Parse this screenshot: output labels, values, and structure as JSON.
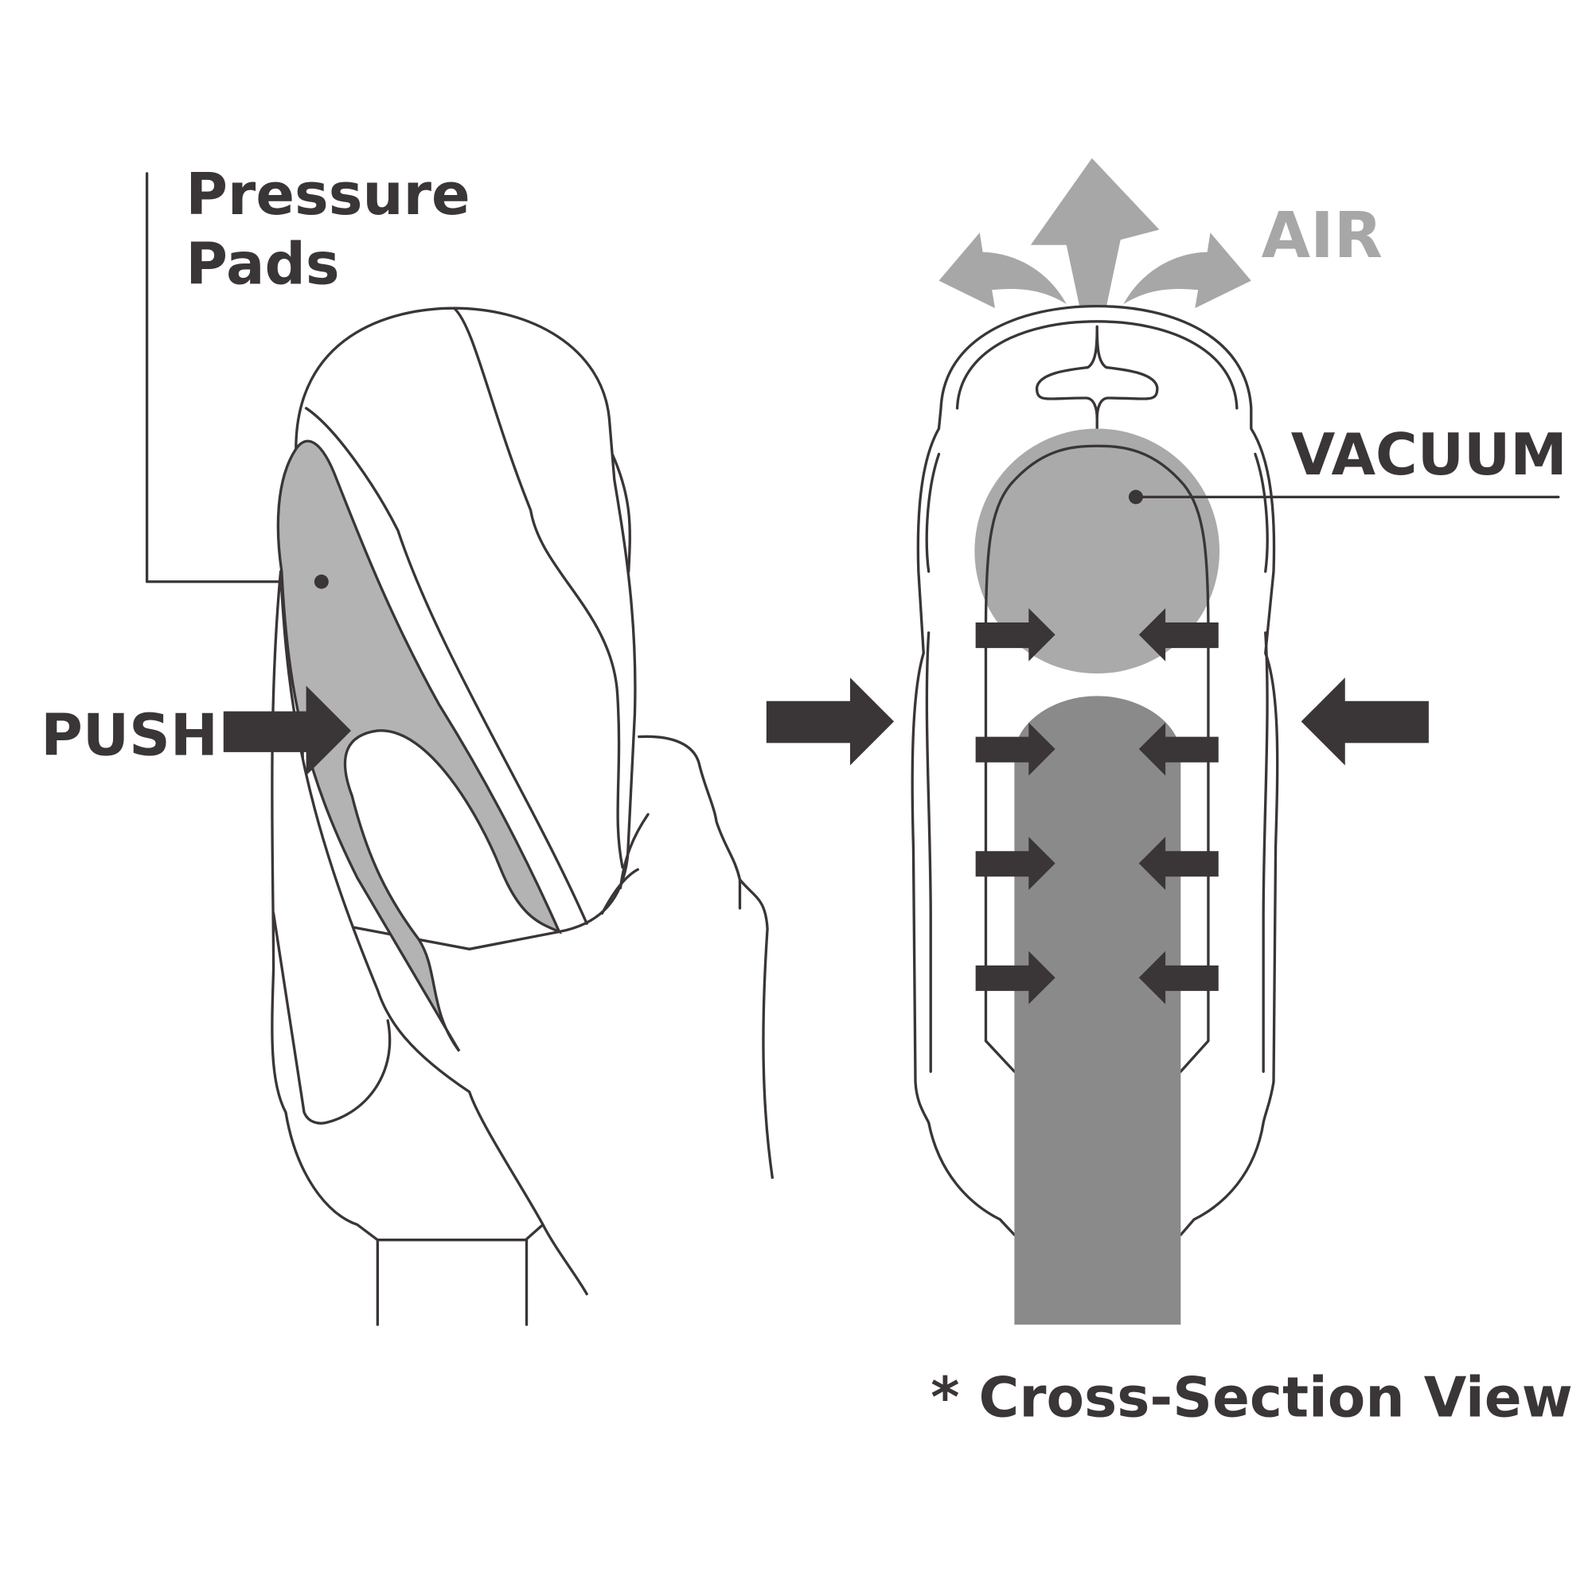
{
  "labels": {
    "pressure_pads_line1": "Pressure",
    "pressure_pads_line2": "Pads",
    "push": "PUSH",
    "air": "AIR",
    "vacuum": "VACUUM",
    "caption": "* Cross-Section View"
  },
  "colors": {
    "ink": "#3a3536",
    "air": "#a8a7a7",
    "vacuum_light": "#aaaaaa",
    "vacuum_dark": "#8a8a8a",
    "pad": "#b3b3b3"
  }
}
